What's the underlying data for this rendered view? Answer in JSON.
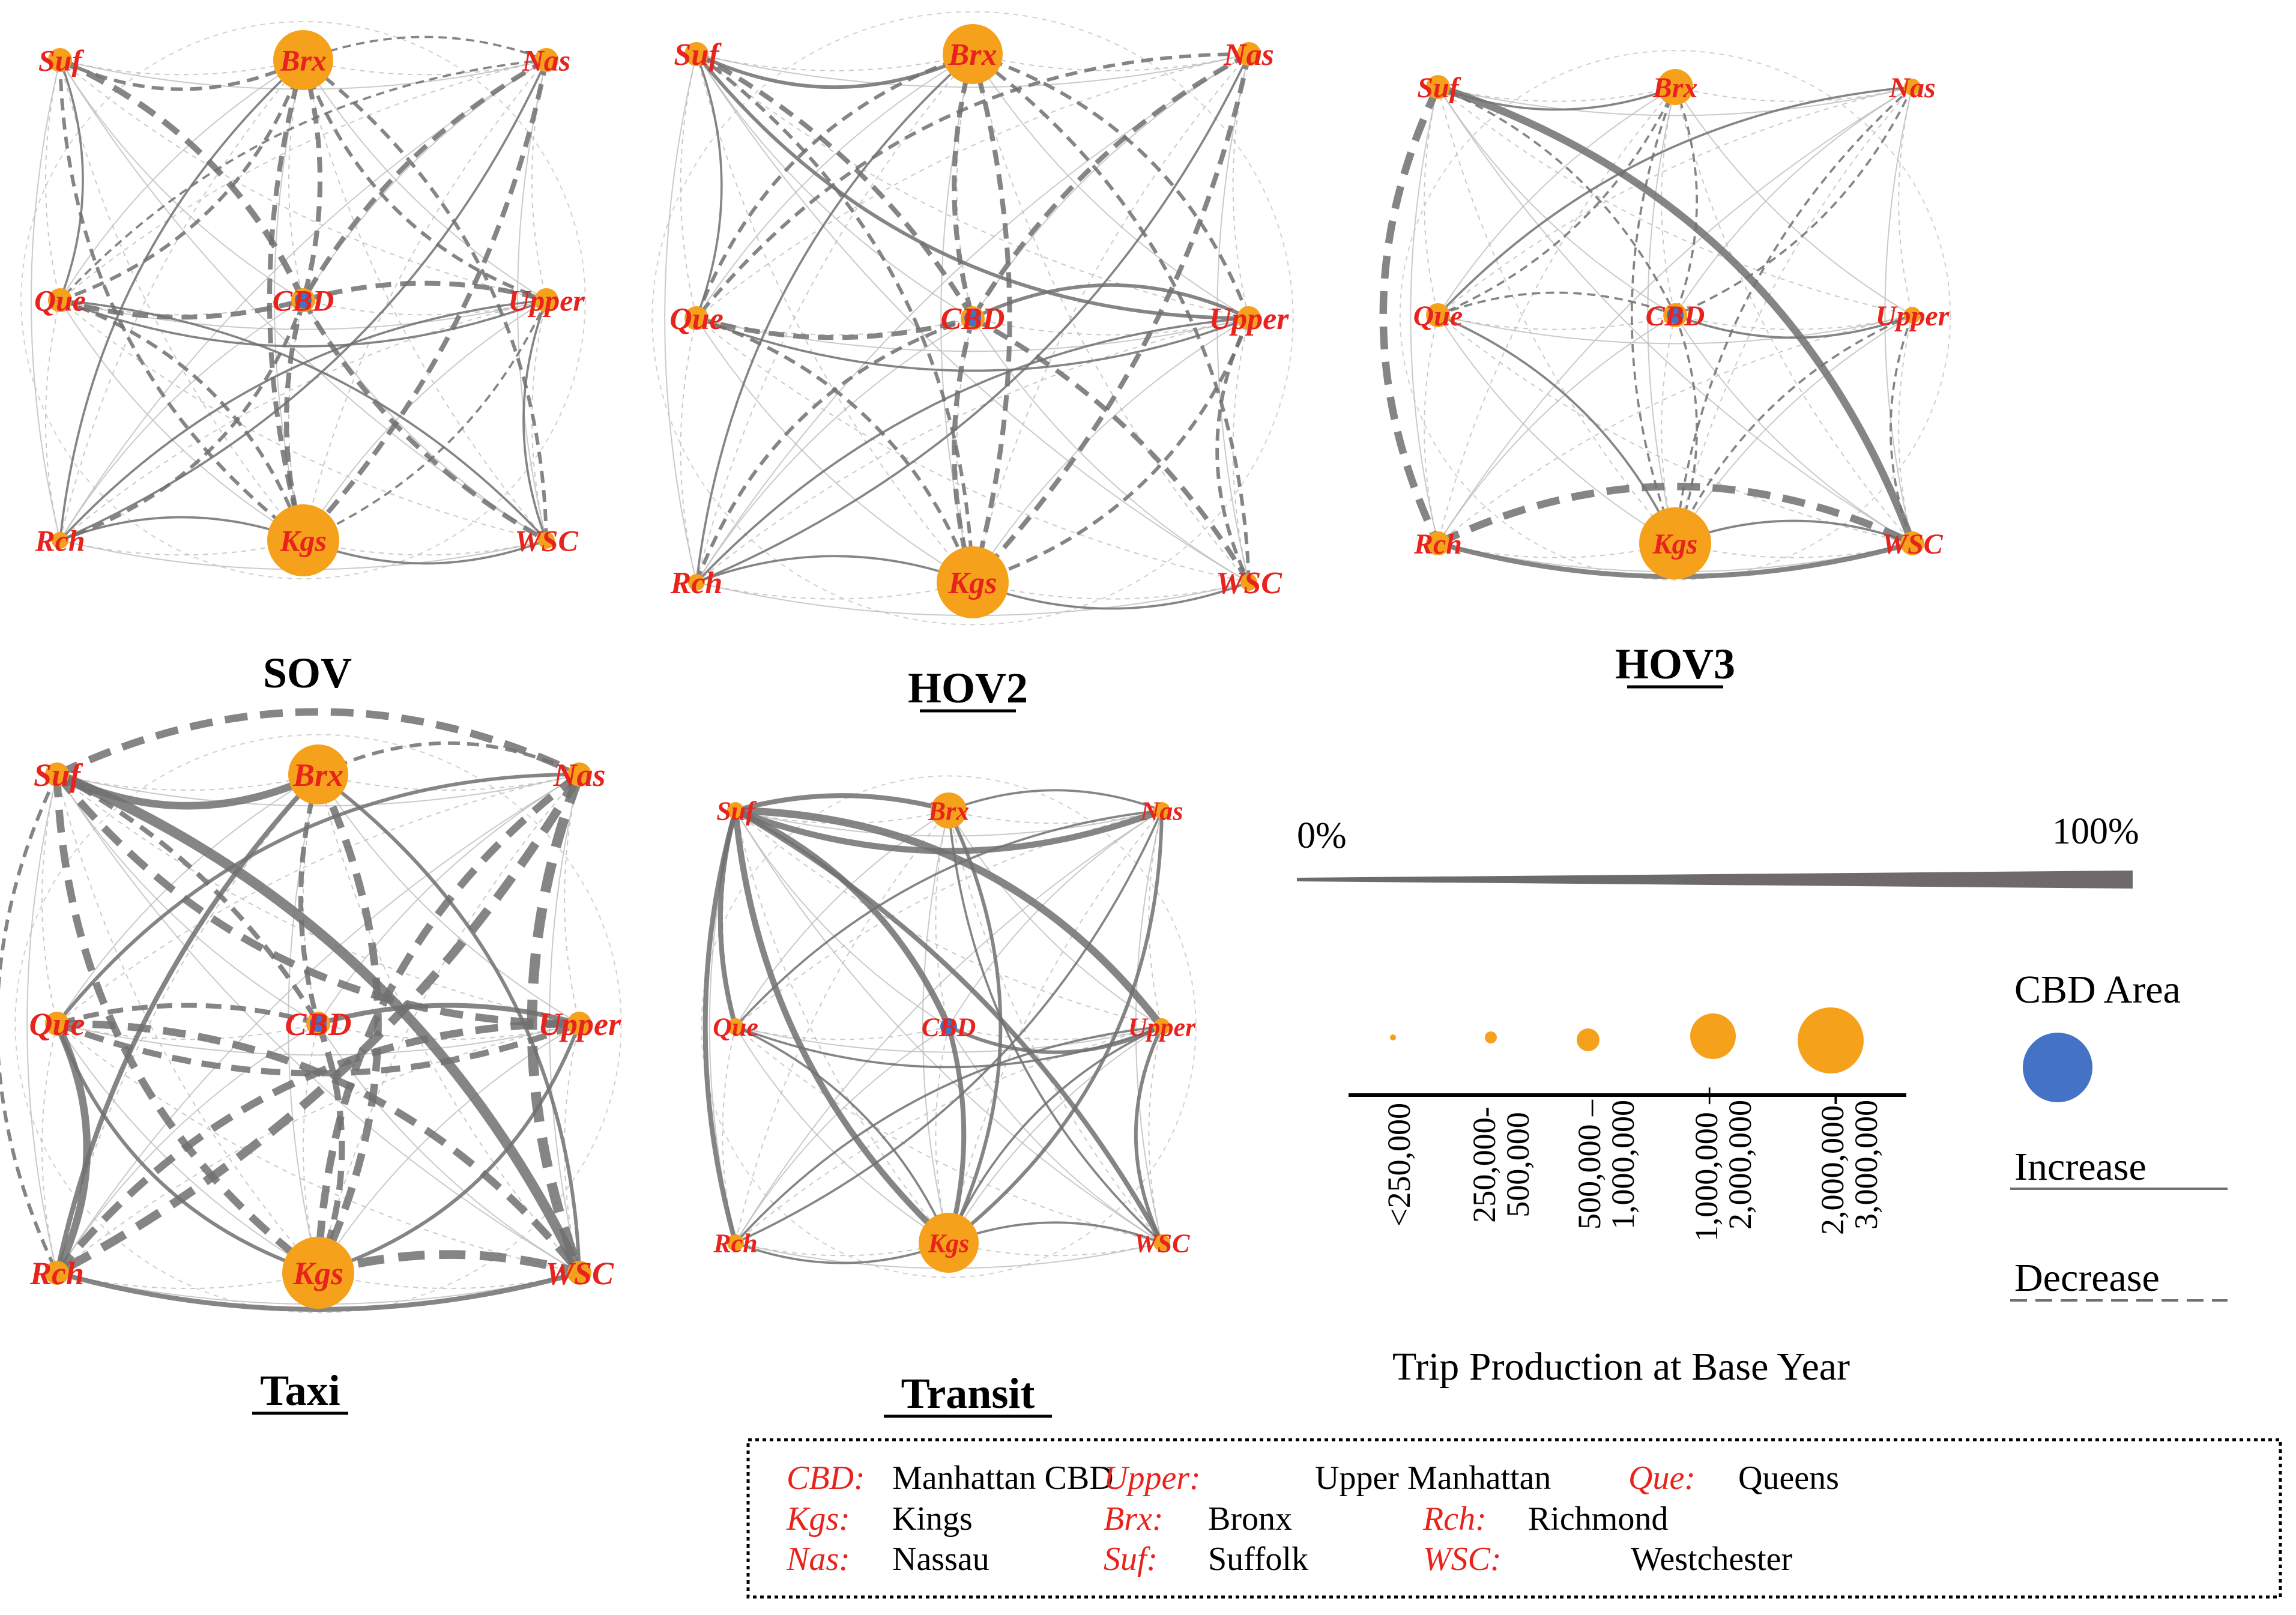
{
  "colors": {
    "zone_fill": "#F5A11C",
    "cbd_fill": "#4472C4",
    "label_red": "#E8231D",
    "edge_gray": "#707070",
    "edge_light": "#BDBDBD"
  },
  "panels": [
    {
      "title": "SOV",
      "underline": false,
      "nodes": [
        {
          "label": "Suf",
          "size": 1
        },
        {
          "label": "Brx",
          "size": 3
        },
        {
          "label": "Nas",
          "size": 1
        },
        {
          "label": "Que",
          "size": 1
        },
        {
          "label": "CBD",
          "size": 1,
          "cbd": true
        },
        {
          "label": "Upper",
          "size": 1
        },
        {
          "label": "Rch",
          "size": 0
        },
        {
          "label": "Kgs",
          "size": 4
        },
        {
          "label": "WSC",
          "size": 0
        }
      ],
      "edges": [
        [
          "Suf",
          "CBD",
          "dec",
          4
        ],
        [
          "Suf",
          "Brx",
          "dec",
          2
        ],
        [
          "Suf",
          "Que",
          "inc",
          1
        ],
        [
          "Suf",
          "Kgs",
          "dec",
          2
        ],
        [
          "Brx",
          "CBD",
          "dec",
          3
        ],
        [
          "Brx",
          "Kgs",
          "dec",
          3
        ],
        [
          "Brx",
          "Que",
          "dec",
          2
        ],
        [
          "Brx",
          "Upper",
          "dec",
          2
        ],
        [
          "Brx",
          "Nas",
          "dec",
          1
        ],
        [
          "Nas",
          "CBD",
          "dec",
          3
        ],
        [
          "Nas",
          "Kgs",
          "dec",
          3
        ],
        [
          "Nas",
          "Que",
          "dec",
          1
        ],
        [
          "Nas",
          "Rch",
          "inc",
          1
        ],
        [
          "Que",
          "CBD",
          "dec",
          3
        ],
        [
          "Que",
          "Kgs",
          "dec",
          2
        ],
        [
          "Que",
          "Upper",
          "inc",
          1
        ],
        [
          "CBD",
          "Upper",
          "dec",
          3
        ],
        [
          "CBD",
          "Kgs",
          "dec",
          3
        ],
        [
          "CBD",
          "Rch",
          "dec",
          2
        ],
        [
          "CBD",
          "WSC",
          "dec",
          3
        ],
        [
          "Upper",
          "Kgs",
          "dec",
          1
        ],
        [
          "Upper",
          "WSC",
          "inc",
          1
        ],
        [
          "Rch",
          "Kgs",
          "inc",
          1
        ],
        [
          "Kgs",
          "WSC",
          "inc",
          1
        ],
        [
          "Rch",
          "Brx",
          "inc",
          1
        ],
        [
          "WSC",
          "Brx",
          "dec",
          2
        ],
        [
          "Rch",
          "Upper",
          "inc",
          1
        ],
        [
          "WSC",
          "Que",
          "inc",
          1
        ]
      ]
    },
    {
      "title": "HOV2",
      "underline": true,
      "nodes": [
        {
          "label": "Suf",
          "size": 1
        },
        {
          "label": "Brx",
          "size": 3
        },
        {
          "label": "Nas",
          "size": 1
        },
        {
          "label": "Que",
          "size": 1
        },
        {
          "label": "CBD",
          "size": 1,
          "cbd": true
        },
        {
          "label": "Upper",
          "size": 1
        },
        {
          "label": "Rch",
          "size": 0
        },
        {
          "label": "Kgs",
          "size": 4
        },
        {
          "label": "WSC",
          "size": 0
        }
      ],
      "edges": [
        [
          "Suf",
          "CBD",
          "dec",
          3
        ],
        [
          "Suf",
          "Brx",
          "inc",
          2
        ],
        [
          "Suf",
          "Kgs",
          "dec",
          2
        ],
        [
          "Suf",
          "Upper",
          "inc",
          2
        ],
        [
          "Suf",
          "Que",
          "inc",
          1
        ],
        [
          "Brx",
          "CBD",
          "dec",
          3
        ],
        [
          "Brx",
          "Kgs",
          "dec",
          3
        ],
        [
          "Brx",
          "Que",
          "dec",
          2
        ],
        [
          "Brx",
          "Upper",
          "dec",
          2
        ],
        [
          "Nas",
          "CBD",
          "dec",
          3
        ],
        [
          "Nas",
          "Kgs",
          "dec",
          3
        ],
        [
          "Nas",
          "Que",
          "dec",
          2
        ],
        [
          "Nas",
          "Rch",
          "inc",
          1
        ],
        [
          "Que",
          "CBD",
          "dec",
          3
        ],
        [
          "Que",
          "Kgs",
          "dec",
          2
        ],
        [
          "Que",
          "Upper",
          "inc",
          1
        ],
        [
          "CBD",
          "Upper",
          "inc",
          2
        ],
        [
          "CBD",
          "Kgs",
          "dec",
          3
        ],
        [
          "CBD",
          "WSC",
          "dec",
          3
        ],
        [
          "CBD",
          "Rch",
          "dec",
          2
        ],
        [
          "Upper",
          "Kgs",
          "dec",
          2
        ],
        [
          "Upper",
          "WSC",
          "dec",
          2
        ],
        [
          "Rch",
          "Kgs",
          "inc",
          1
        ],
        [
          "Kgs",
          "WSC",
          "inc",
          1
        ],
        [
          "Rch",
          "Brx",
          "inc",
          1
        ],
        [
          "WSC",
          "Brx",
          "dec",
          2
        ],
        [
          "Rch",
          "Upper",
          "inc",
          1
        ]
      ]
    },
    {
      "title": "HOV3",
      "underline": true,
      "nodes": [
        {
          "label": "Suf",
          "size": 1
        },
        {
          "label": "Brx",
          "size": 2
        },
        {
          "label": "Nas",
          "size": 0
        },
        {
          "label": "Que",
          "size": 1
        },
        {
          "label": "CBD",
          "size": 1,
          "cbd": true
        },
        {
          "label": "Upper",
          "size": 0
        },
        {
          "label": "Rch",
          "size": 1
        },
        {
          "label": "Kgs",
          "size": 4
        },
        {
          "label": "WSC",
          "size": 1
        }
      ],
      "edges": [
        [
          "Suf",
          "WSC",
          "inc",
          5
        ],
        [
          "Suf",
          "Rch",
          "dec",
          5
        ],
        [
          "Rch",
          "WSC",
          "dec",
          5
        ],
        [
          "Rch",
          "WSC",
          "inc",
          3
        ],
        [
          "Suf",
          "CBD",
          "dec",
          1
        ],
        [
          "Suf",
          "Brx",
          "inc",
          1
        ],
        [
          "Brx",
          "CBD",
          "dec",
          1
        ],
        [
          "Brx",
          "Kgs",
          "dec",
          1
        ],
        [
          "Nas",
          "CBD",
          "dec",
          1
        ],
        [
          "Nas",
          "Kgs",
          "dec",
          1
        ],
        [
          "Que",
          "CBD",
          "dec",
          1
        ],
        [
          "CBD",
          "Upper",
          "inc",
          1
        ],
        [
          "CBD",
          "Kgs",
          "dec",
          1
        ],
        [
          "Upper",
          "Kgs",
          "dec",
          1
        ],
        [
          "Que",
          "Kgs",
          "inc",
          1
        ],
        [
          "Upper",
          "WSC",
          "dec",
          1
        ],
        [
          "Brx",
          "Que",
          "dec",
          1
        ],
        [
          "Nas",
          "Que",
          "inc",
          1
        ],
        [
          "Kgs",
          "WSC",
          "inc",
          1
        ]
      ]
    },
    {
      "title": "Taxi",
      "underline": true,
      "nodes": [
        {
          "label": "Suf",
          "size": 1
        },
        {
          "label": "Brx",
          "size": 3
        },
        {
          "label": "Nas",
          "size": 1
        },
        {
          "label": "Que",
          "size": 1
        },
        {
          "label": "CBD",
          "size": 1,
          "cbd": true
        },
        {
          "label": "Upper",
          "size": 1
        },
        {
          "label": "Rch",
          "size": 1
        },
        {
          "label": "Kgs",
          "size": 4
        },
        {
          "label": "WSC",
          "size": 1
        }
      ],
      "edges": [
        [
          "Suf",
          "WSC",
          "inc",
          7
        ],
        [
          "Suf",
          "Brx",
          "inc",
          5
        ],
        [
          "Suf",
          "Nas",
          "dec",
          5
        ],
        [
          "Nas",
          "WSC",
          "dec",
          7
        ],
        [
          "Kgs",
          "WSC",
          "dec",
          6
        ],
        [
          "Nas",
          "Kgs",
          "dec",
          5
        ],
        [
          "Nas",
          "Rch",
          "dec",
          6
        ],
        [
          "Suf",
          "Kgs",
          "dec",
          5
        ],
        [
          "Que",
          "Rch",
          "inc",
          5
        ],
        [
          "Suf",
          "Upper",
          "dec",
          5
        ],
        [
          "Que",
          "WSC",
          "dec",
          5
        ],
        [
          "Que",
          "Upper",
          "dec",
          4
        ],
        [
          "Brx",
          "Kgs",
          "dec",
          5
        ],
        [
          "Brx",
          "Rch",
          "inc",
          3
        ],
        [
          "Rch",
          "Upper",
          "dec",
          5
        ],
        [
          "Rch",
          "WSC",
          "inc",
          3
        ],
        [
          "Suf",
          "CBD",
          "dec",
          3
        ],
        [
          "Brx",
          "CBD",
          "dec",
          3
        ],
        [
          "CBD",
          "Kgs",
          "dec",
          4
        ],
        [
          "CBD",
          "Que",
          "dec",
          3
        ],
        [
          "CBD",
          "Upper",
          "inc",
          3
        ],
        [
          "Nas",
          "Que",
          "inc",
          2
        ],
        [
          "Brx",
          "WSC",
          "inc",
          2
        ],
        [
          "Suf",
          "Rch",
          "dec",
          2
        ],
        [
          "Brx",
          "Nas",
          "dec",
          2
        ],
        [
          "Que",
          "Kgs",
          "inc",
          2
        ],
        [
          "Upper",
          "Kgs",
          "inc",
          2
        ]
      ]
    },
    {
      "title": "Transit",
      "underline": true,
      "nodes": [
        {
          "label": "Suf",
          "size": 0
        },
        {
          "label": "Brx",
          "size": 2
        },
        {
          "label": "Nas",
          "size": 0
        },
        {
          "label": "Que",
          "size": 0
        },
        {
          "label": "CBD",
          "size": 0,
          "cbd": true
        },
        {
          "label": "Upper",
          "size": 0
        },
        {
          "label": "Rch",
          "size": 0
        },
        {
          "label": "Kgs",
          "size": 3
        },
        {
          "label": "WSC",
          "size": 0
        }
      ],
      "edges": [
        [
          "Suf",
          "Upper",
          "inc",
          5
        ],
        [
          "Suf",
          "Kgs",
          "inc",
          4
        ],
        [
          "Suf",
          "CBD",
          "inc",
          4
        ],
        [
          "Suf",
          "Nas",
          "inc",
          4
        ],
        [
          "Suf",
          "Brx",
          "inc",
          3
        ],
        [
          "Suf",
          "Rch",
          "inc",
          3
        ],
        [
          "Suf",
          "WSC",
          "inc",
          3
        ],
        [
          "Suf",
          "Que",
          "inc",
          3
        ],
        [
          "CBD",
          "Kgs",
          "inc",
          3
        ],
        [
          "CBD",
          "Upper",
          "inc",
          2
        ],
        [
          "Brx",
          "Kgs",
          "inc",
          2
        ],
        [
          "Nas",
          "Que",
          "inc",
          1
        ],
        [
          "Nas",
          "Kgs",
          "inc",
          2
        ],
        [
          "Upper",
          "Kgs",
          "inc",
          1
        ],
        [
          "Que",
          "Kgs",
          "inc",
          1
        ],
        [
          "Upper",
          "WSC",
          "inc",
          2
        ],
        [
          "Brx",
          "Nas",
          "inc",
          1
        ],
        [
          "Rch",
          "Kgs",
          "inc",
          1
        ],
        [
          "Kgs",
          "WSC",
          "inc",
          1
        ],
        [
          "Que",
          "Upper",
          "inc",
          1
        ],
        [
          "Rch",
          "Upper",
          "inc",
          1
        ],
        [
          "Brx",
          "WSC",
          "inc",
          1
        ],
        [
          "Nas",
          "Rch",
          "inc",
          1
        ]
      ]
    }
  ],
  "legend": {
    "width_scale": {
      "low_label": "0%",
      "high_label": "100%"
    },
    "size_scale": {
      "bins": [
        "<250,000",
        "250,000-\n500,000",
        "500,000 –\n1,000,000",
        "1,000,000 –\n2,000,000",
        "2,000,000-\n3,000,000"
      ],
      "title": "Trip Production at Base Year"
    },
    "cbd_area_label": "CBD Area",
    "increase_label": "Increase",
    "decrease_label": "Decrease"
  },
  "abbreviations": [
    [
      {
        "key": "CBD:",
        "name": "Manhattan CBD"
      },
      {
        "key": "Upper:",
        "name": "Upper Manhattan"
      },
      {
        "key": "Que:",
        "name": "Queens"
      }
    ],
    [
      {
        "key": "Kgs:",
        "name": "Kings"
      },
      {
        "key": "Brx:",
        "name": "Bronx"
      },
      {
        "key": "Rch:",
        "name": "Richmond"
      }
    ],
    [
      {
        "key": "Nas:",
        "name": "Nassau"
      },
      {
        "key": "Suf:",
        "name": "Suffolk"
      },
      {
        "key": "WSC:",
        "name": "Westchester"
      }
    ]
  ]
}
